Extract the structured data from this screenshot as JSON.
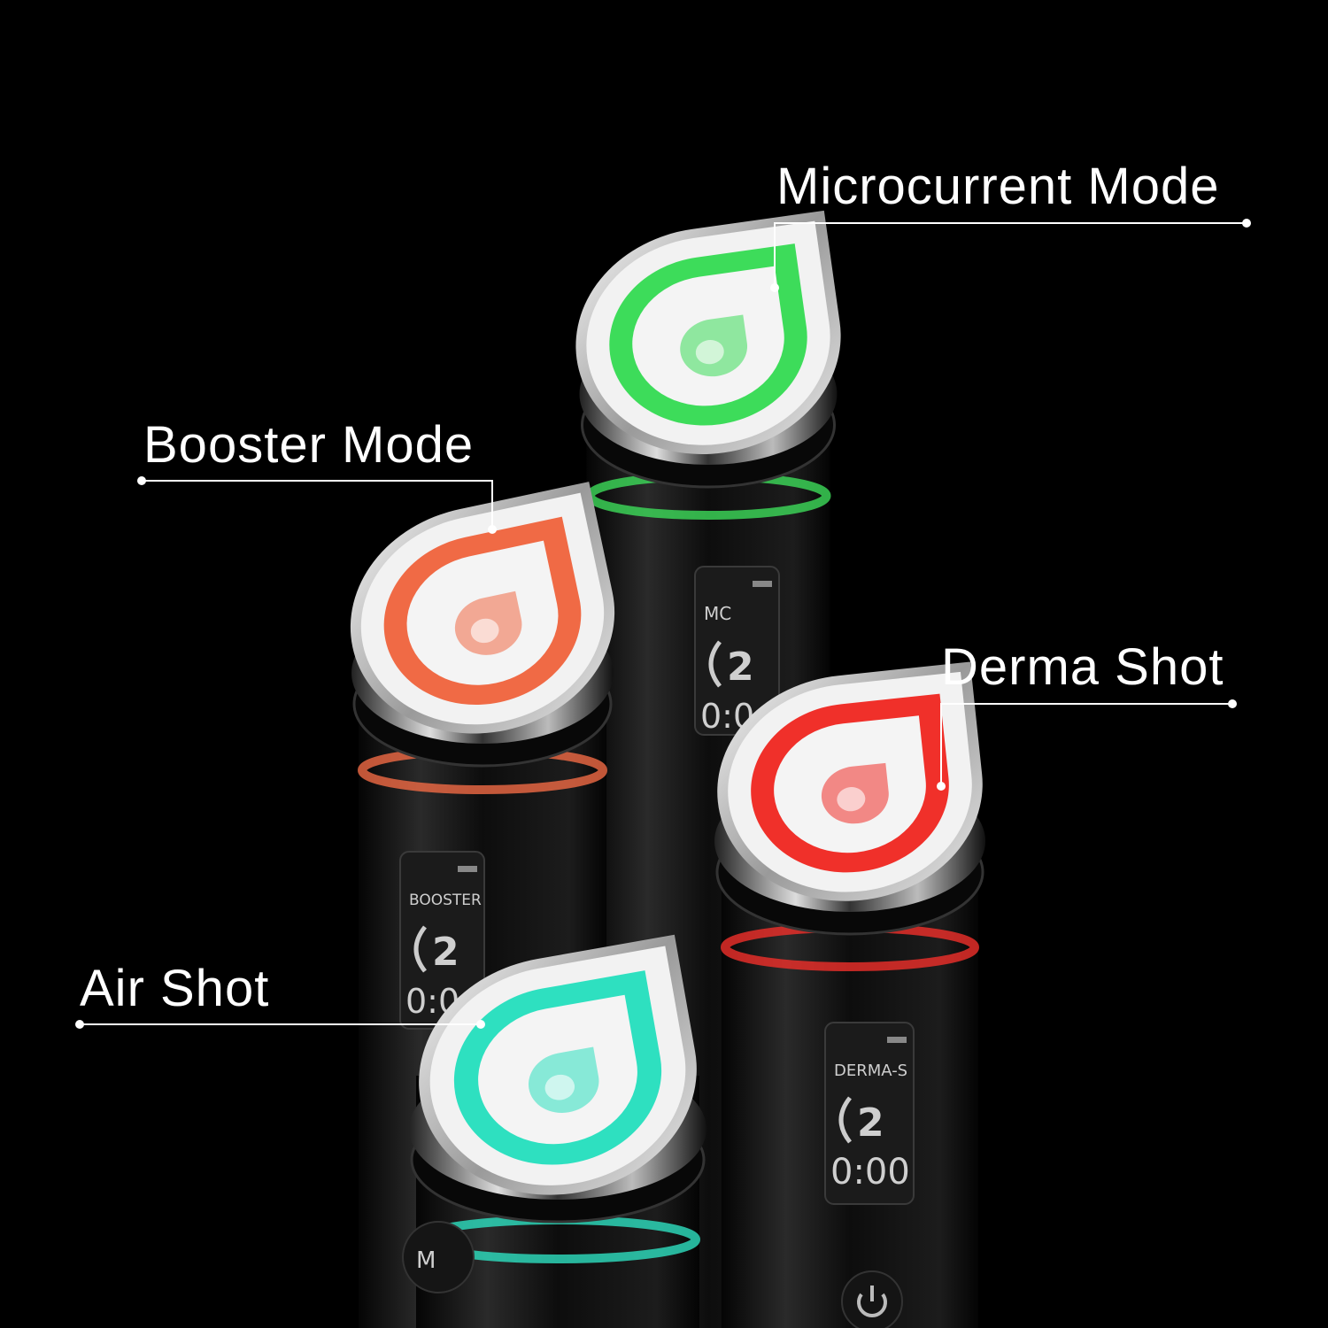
{
  "labels": {
    "microcurrent": "Microcurrent Mode",
    "booster": "Booster Mode",
    "derma": "Derma Shot",
    "air": "Air Shot"
  },
  "devices": {
    "microcurrent": {
      "color": "#3ddc5a",
      "screen_mode": "MC",
      "screen_level": "2",
      "screen_time": "0:0"
    },
    "booster": {
      "color": "#f06a45",
      "screen_mode": "BOOSTER",
      "screen_level": "2",
      "screen_time": "0:0"
    },
    "derma": {
      "color": "#f0302a",
      "screen_mode": "DERMA-S",
      "screen_level": "2",
      "screen_time": "0:00"
    },
    "air": {
      "color": "#2ee0c0",
      "screen_mode": "M"
    }
  }
}
